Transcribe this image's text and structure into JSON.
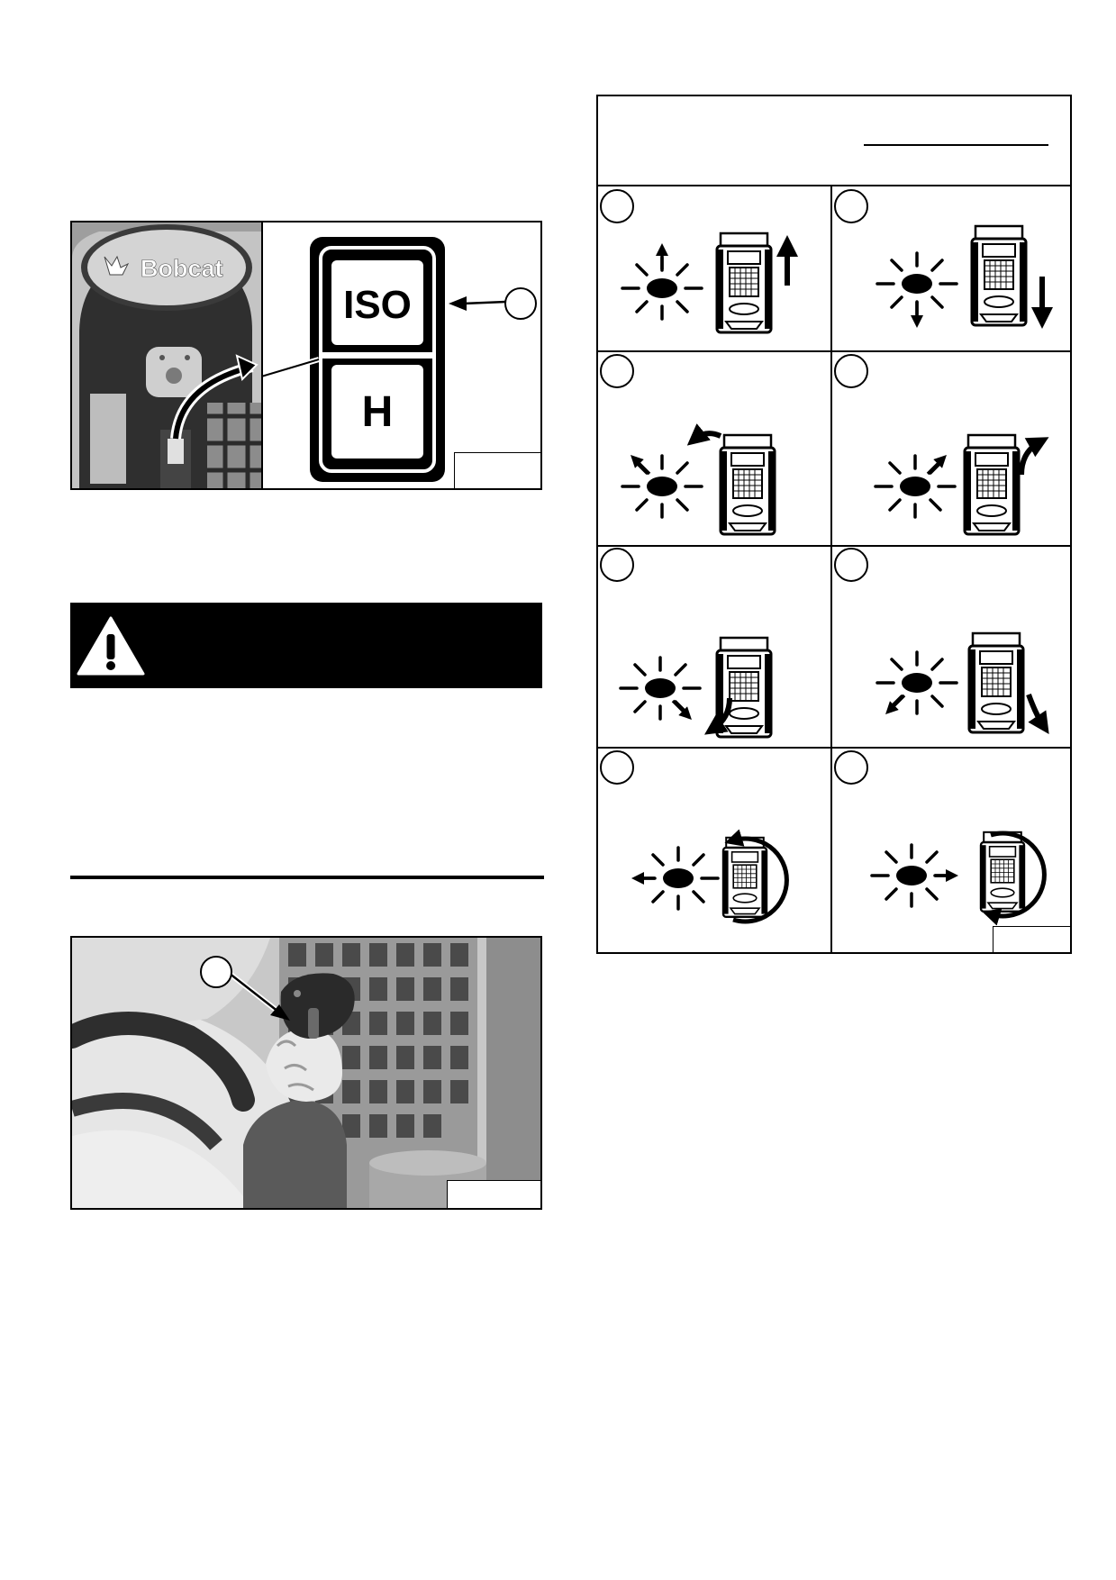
{
  "figure_top": {
    "logo_text": "Bobcat",
    "decal_upper": "ISO",
    "decal_lower": "H"
  },
  "colors": {
    "ink": "#000000",
    "paper": "#ffffff",
    "photo_gray": "#b9b9b9",
    "photo_dark": "#3a3a3a",
    "photo_light": "#e4e4e4"
  },
  "pattern_chart": {
    "motions": [
      "forward",
      "reverse",
      "left-turn-forward",
      "right-turn-forward",
      "left-turn-reverse",
      "right-turn-reverse",
      "counter-rotate-left",
      "counter-rotate-right"
    ]
  }
}
